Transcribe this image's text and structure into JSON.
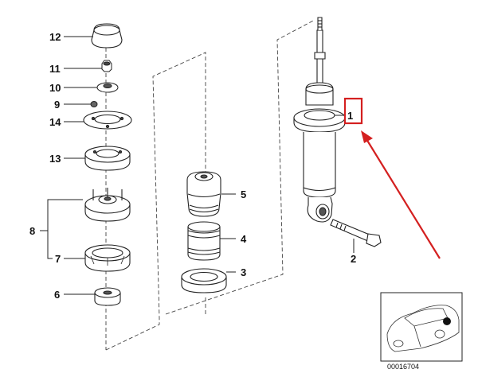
{
  "diagram": {
    "callouts": {
      "c1": "1",
      "c2": "2",
      "c3": "3",
      "c4": "4",
      "c5": "5",
      "c6": "6",
      "c7": "7",
      "c8": "8",
      "c9": "9",
      "c10": "10",
      "c11": "11",
      "c12": "12",
      "c13": "13",
      "c14": "14"
    },
    "inset_part_id": "00016704",
    "highlight_color": "#d42020"
  }
}
